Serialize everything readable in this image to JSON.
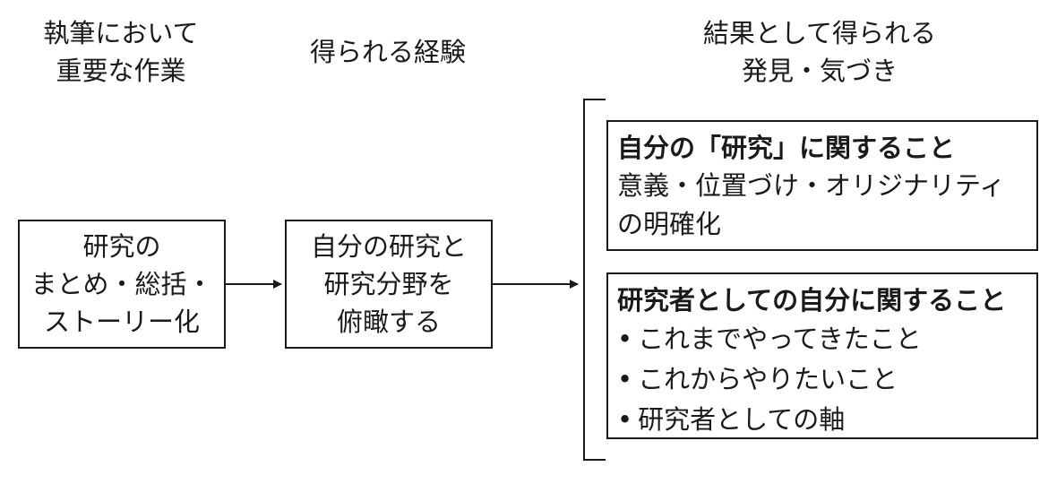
{
  "headings": {
    "col1": [
      "執筆において",
      "重要な作業"
    ],
    "col2": [
      "得られる経験"
    ],
    "col3": [
      "結果として得られる",
      "発見・気づき"
    ]
  },
  "box1": {
    "lines": [
      "研究の",
      "まとめ・総括・",
      "ストーリー化"
    ]
  },
  "box2": {
    "lines": [
      "自分の研究と",
      "研究分野を",
      "俯瞰する"
    ]
  },
  "box3": {
    "title": "自分の「研究」に関すること",
    "lines": [
      "意義・位置づけ・オリジナリティ",
      "の明確化"
    ]
  },
  "box4": {
    "title": "研究者としての自分に関すること",
    "bullet": "•",
    "items": [
      "これまでやってきたこと",
      "これからやりたいこと",
      "研究者としての軸"
    ]
  }
}
